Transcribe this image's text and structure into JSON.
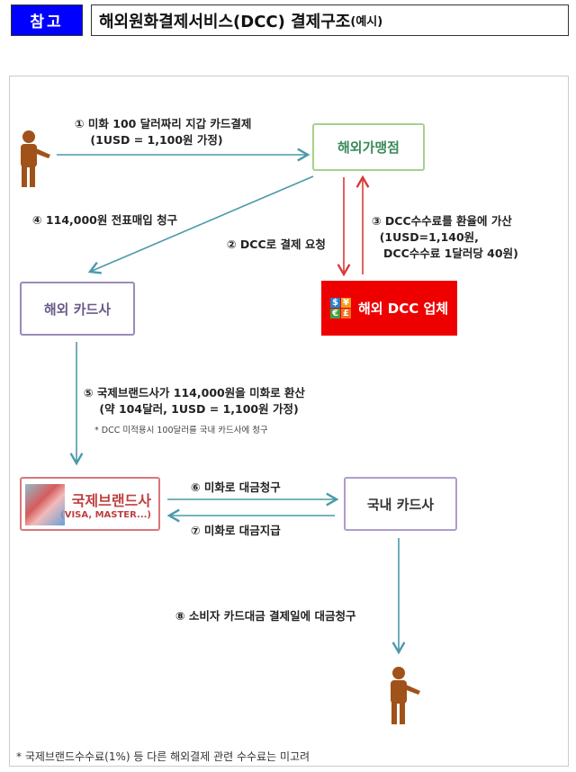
{
  "header": {
    "tag": "참고",
    "title": "해외원화결제서비스(DCC) 결제구조",
    "title_suffix": "(예시)"
  },
  "nodes": {
    "merchant": "해외가맹점",
    "overseas_card": "해외 카드사",
    "dcc_provider": "해외 DCC 업체",
    "brand": "국제브랜드사",
    "brand_sub": "(VISA, MASTER...)",
    "domestic_card": "국내 카드사"
  },
  "currency_icons": [
    "$",
    "¥",
    "€",
    "£"
  ],
  "steps": {
    "s1": "① 미화 100 달러짜리 지갑 카드결제\n    (1USD = 1,100원 가정)",
    "s2": "② DCC로 결제 요청",
    "s3": "③ DCC수수료를 환율에 가산\n  (1USD=1,140원,\n   DCC수수료 1달러당 40원)",
    "s4": "④ 114,000원 전표매입 청구",
    "s5": "⑤ 국제브랜드사가 114,000원을 미화로 환산\n    (약 104달러, 1USD = 1,100원 가정)",
    "s5_note": "* DCC 미적용시 100달러를 국내 카드사에 청구",
    "s6": "⑥ 미화로 대금청구",
    "s7": "⑦ 미화로 대금지급",
    "s8": "⑧ 소비자 카드대금 결제일에 대금청구"
  },
  "footnote": "* 국제브랜드수수료(1%) 등 다른 해외결제 관련 수수료는 미고려",
  "colors": {
    "teal": "#4a9aa8",
    "red": "#d83a3a",
    "person": "#a0521a"
  }
}
